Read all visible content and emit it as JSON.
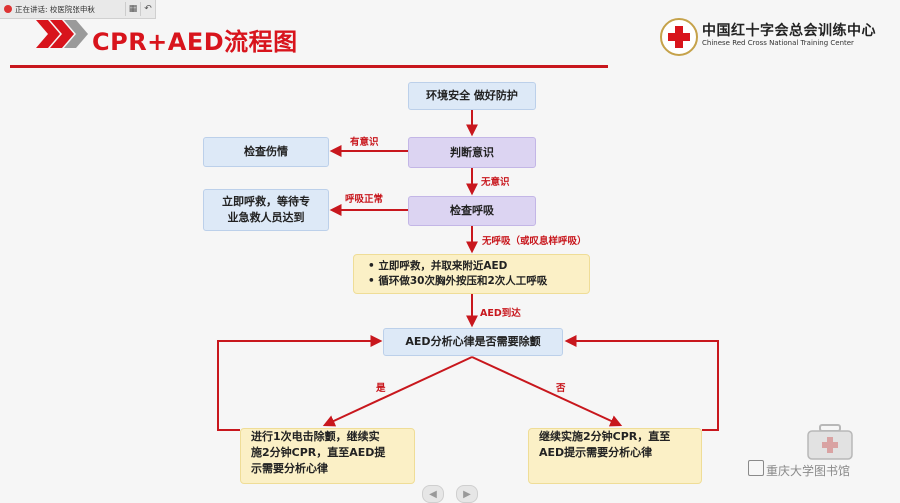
{
  "meeting_bar": {
    "status_text": "正在讲话: 校医院张申秋"
  },
  "header": {
    "title": "CPR+AED流程图",
    "logo_cn": "中国红十字会总会训练中心",
    "logo_en": "Chinese Red Cross National Training Center"
  },
  "flow": {
    "env_safety": "环境安全 做好防护",
    "judge_consciousness": "判断意识",
    "check_injury": "检查伤情",
    "check_breathing": "检查呼吸",
    "call_wait_line1": "立即呼救，等待专",
    "call_wait_line2": "业急救人员达到",
    "cpr_step1": "• 立即呼救，并取来附近AED",
    "cpr_step2": "• 循环做30次胸外按压和2次人工呼吸",
    "aed_analyze": "AED分析心律是否需要除颤",
    "shock_line1": "进行1次电击除颤，继续实",
    "shock_line2": "施2分钟CPR，直至AED提",
    "shock_line3": "示需要分析心律",
    "no_shock_line1": "继续实施2分钟CPR，直至",
    "no_shock_line2": "AED提示需要分析心律"
  },
  "labels": {
    "conscious": "有意识",
    "unconscious": "无意识",
    "breathing_normal": "呼吸正常",
    "no_breathing": "无呼吸（或叹息样呼吸）",
    "aed_arrived": "AED到达",
    "yes": "是",
    "no": "否"
  },
  "watermark": {
    "text": "重庆大学图书馆"
  },
  "colors": {
    "accent_red": "#c8171d",
    "box_blue": "#dde9f7",
    "box_purple": "#dcd4f2",
    "box_yellow": "#fbf0c6"
  }
}
